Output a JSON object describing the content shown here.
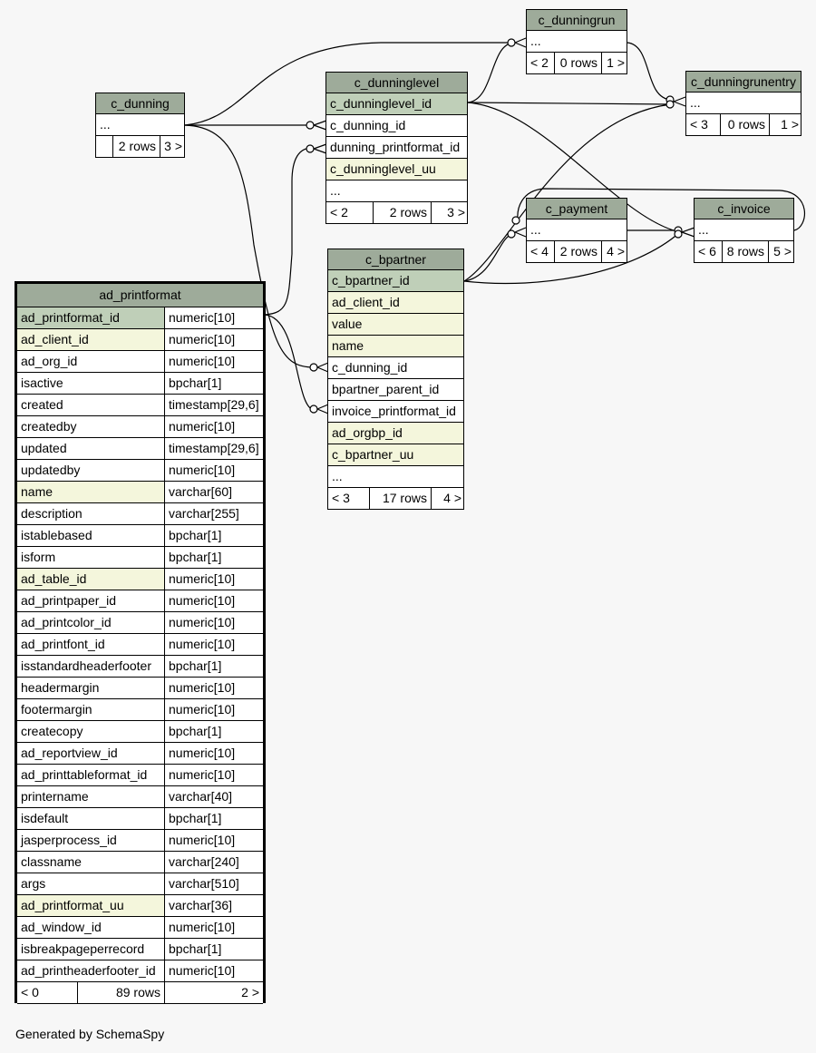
{
  "footer": "Generated by SchemaSpy",
  "tables": {
    "c_dunningrun": {
      "name": "c_dunningrun",
      "rows": [
        "..."
      ],
      "foot": [
        "< 2",
        "0 rows",
        "1 >"
      ]
    },
    "c_dunninglevel": {
      "name": "c_dunninglevel",
      "rows": [
        "c_dunninglevel_id",
        "c_dunning_id",
        "dunning_printformat_id",
        "c_dunninglevel_uu",
        "..."
      ],
      "foot": [
        "< 2",
        "2 rows",
        "3 >"
      ]
    },
    "c_dunningrunentry": {
      "name": "c_dunningrunentry",
      "rows": [
        "..."
      ],
      "foot": [
        "< 3",
        "0 rows",
        "1 >"
      ]
    },
    "c_dunning": {
      "name": "c_dunning",
      "rows": [
        "..."
      ],
      "foot": [
        "",
        "2 rows",
        "3 >"
      ]
    },
    "c_payment": {
      "name": "c_payment",
      "rows": [
        "..."
      ],
      "foot": [
        "< 4",
        "2 rows",
        "4 >"
      ]
    },
    "c_invoice": {
      "name": "c_invoice",
      "rows": [
        "..."
      ],
      "foot": [
        "< 6",
        "8 rows",
        "5 >"
      ]
    },
    "c_bpartner": {
      "name": "c_bpartner",
      "rows": [
        "c_bpartner_id",
        "ad_client_id",
        "value",
        "name",
        "c_dunning_id",
        "bpartner_parent_id",
        "invoice_printformat_id",
        "ad_orgbp_id",
        "c_bpartner_uu",
        "..."
      ],
      "foot": [
        "< 3",
        "17 rows",
        "4 >"
      ]
    },
    "ad_printformat": {
      "name": "ad_printformat",
      "columns": [
        [
          "ad_printformat_id",
          "numeric[10]"
        ],
        [
          "ad_client_id",
          "numeric[10]"
        ],
        [
          "ad_org_id",
          "numeric[10]"
        ],
        [
          "isactive",
          "bpchar[1]"
        ],
        [
          "created",
          "timestamp[29,6]"
        ],
        [
          "createdby",
          "numeric[10]"
        ],
        [
          "updated",
          "timestamp[29,6]"
        ],
        [
          "updatedby",
          "numeric[10]"
        ],
        [
          "name",
          "varchar[60]"
        ],
        [
          "description",
          "varchar[255]"
        ],
        [
          "istablebased",
          "bpchar[1]"
        ],
        [
          "isform",
          "bpchar[1]"
        ],
        [
          "ad_table_id",
          "numeric[10]"
        ],
        [
          "ad_printpaper_id",
          "numeric[10]"
        ],
        [
          "ad_printcolor_id",
          "numeric[10]"
        ],
        [
          "ad_printfont_id",
          "numeric[10]"
        ],
        [
          "isstandardheaderfooter",
          "bpchar[1]"
        ],
        [
          "headermargin",
          "numeric[10]"
        ],
        [
          "footermargin",
          "numeric[10]"
        ],
        [
          "createcopy",
          "bpchar[1]"
        ],
        [
          "ad_reportview_id",
          "numeric[10]"
        ],
        [
          "ad_printtableformat_id",
          "numeric[10]"
        ],
        [
          "printername",
          "varchar[40]"
        ],
        [
          "isdefault",
          "bpchar[1]"
        ],
        [
          "jasperprocess_id",
          "numeric[10]"
        ],
        [
          "classname",
          "varchar[240]"
        ],
        [
          "args",
          "varchar[510]"
        ],
        [
          "ad_printformat_uu",
          "varchar[36]"
        ],
        [
          "ad_window_id",
          "numeric[10]"
        ],
        [
          "isbreakpageperrecord",
          "bpchar[1]"
        ],
        [
          "ad_printheaderfooter_id",
          "numeric[10]"
        ]
      ],
      "foot": [
        "< 0",
        "89 rows",
        "2 >"
      ]
    }
  },
  "colors": {
    "header": "#9eab9a",
    "primary_key": "#bfcfb8",
    "foreign_key": "#f4f6dc",
    "background": "#f7f7f7"
  }
}
